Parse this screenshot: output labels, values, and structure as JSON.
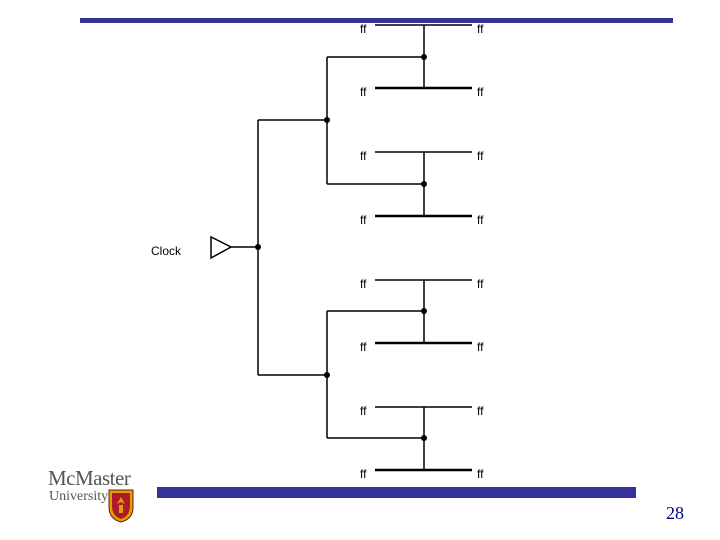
{
  "diagram": {
    "clock_label": "Clock",
    "ff_label": "ff"
  },
  "footer": {
    "logo_line1": "McMaster",
    "logo_line2": "University",
    "page_number": "28"
  },
  "colors": {
    "accent_bar": "#333399",
    "wire": "#000000",
    "logo_text": "#555555",
    "crest_red": "#b0182b",
    "crest_gold": "#d9a300"
  }
}
